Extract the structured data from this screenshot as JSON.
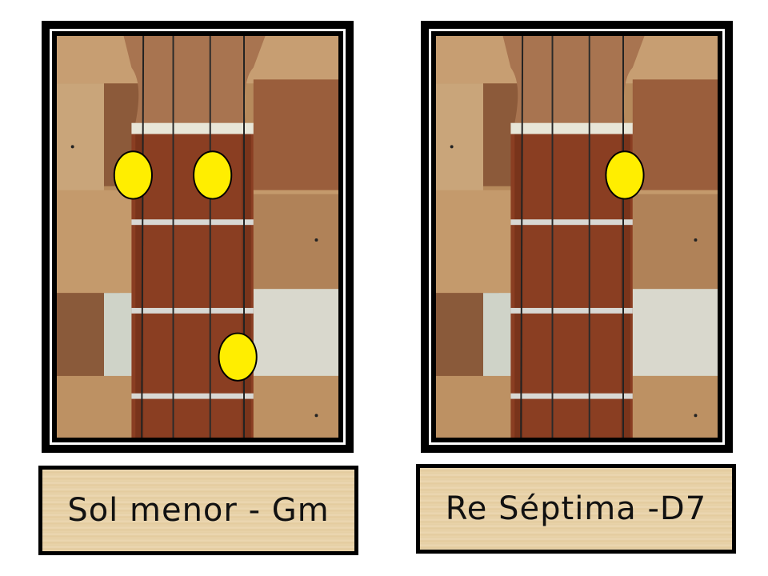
{
  "chords": [
    {
      "label": "Sol menor - Gm",
      "finger_dots": [
        {
          "string": 1,
          "fret": 1
        },
        {
          "string": 3,
          "fret": 1
        },
        {
          "string": 4,
          "fret": 3
        }
      ]
    },
    {
      "label": "Re Séptima -D7",
      "finger_dots": [
        {
          "string": 4,
          "fret": 1
        }
      ]
    }
  ],
  "colors": {
    "dot_fill": "#ffee00",
    "frame": "#000000",
    "label_bg": "#e8d2a8"
  }
}
